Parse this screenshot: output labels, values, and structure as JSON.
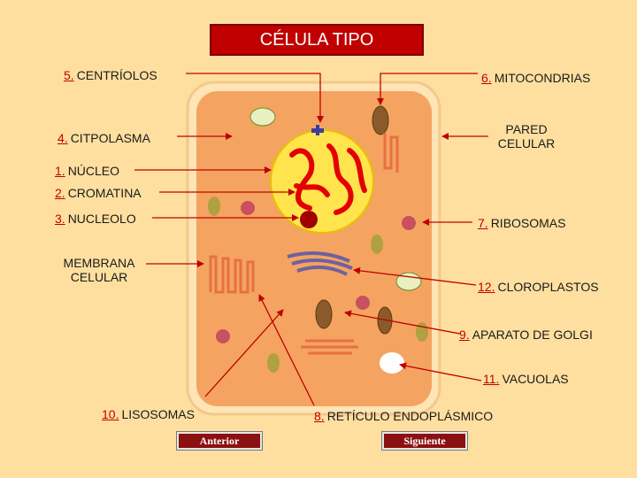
{
  "title": "CÉLULA TIPO",
  "labels": {
    "centriolos": {
      "num": "5.",
      "text": "CENTRÍOLOS"
    },
    "mitocondrias": {
      "num": "6.",
      "text": "MITOCONDRIAS"
    },
    "citoplasma": {
      "num": "4.",
      "text": "CITPOLASMA"
    },
    "pared": {
      "line1": "PARED",
      "line2": "CELULAR"
    },
    "nucleo": {
      "num": "1.",
      "text": "NÚCLEO"
    },
    "cromatina": {
      "num": "2.",
      "text": "CROMATINA"
    },
    "nucleolo": {
      "num": "3.",
      "text": "NUCLEOLO"
    },
    "ribosomas": {
      "num": "7.",
      "text": "RIBOSOMAS"
    },
    "membrana": {
      "line1": "MEMBRANA",
      "line2": "CELULAR"
    },
    "cloroplastos": {
      "num": "12.",
      "text": "CLOROPLASTOS"
    },
    "golgi": {
      "num": "9.",
      "text": "APARATO DE GOLGI"
    },
    "vacuolas": {
      "num": "11.",
      "text": "VACUOLAS"
    },
    "lisosomas": {
      "num": "10.",
      "text": "LISOSOMAS"
    },
    "reticulo": {
      "num": "8.",
      "text": "RETÍCULO ENDOPLÁSMICO"
    }
  },
  "nav": {
    "prev": "Anterior",
    "next": "Siguiente"
  },
  "colors": {
    "background": "#ffdfa0",
    "accent": "#c00000",
    "cytoplasm": "#f4a460",
    "nucleus": "#ffe44d"
  }
}
